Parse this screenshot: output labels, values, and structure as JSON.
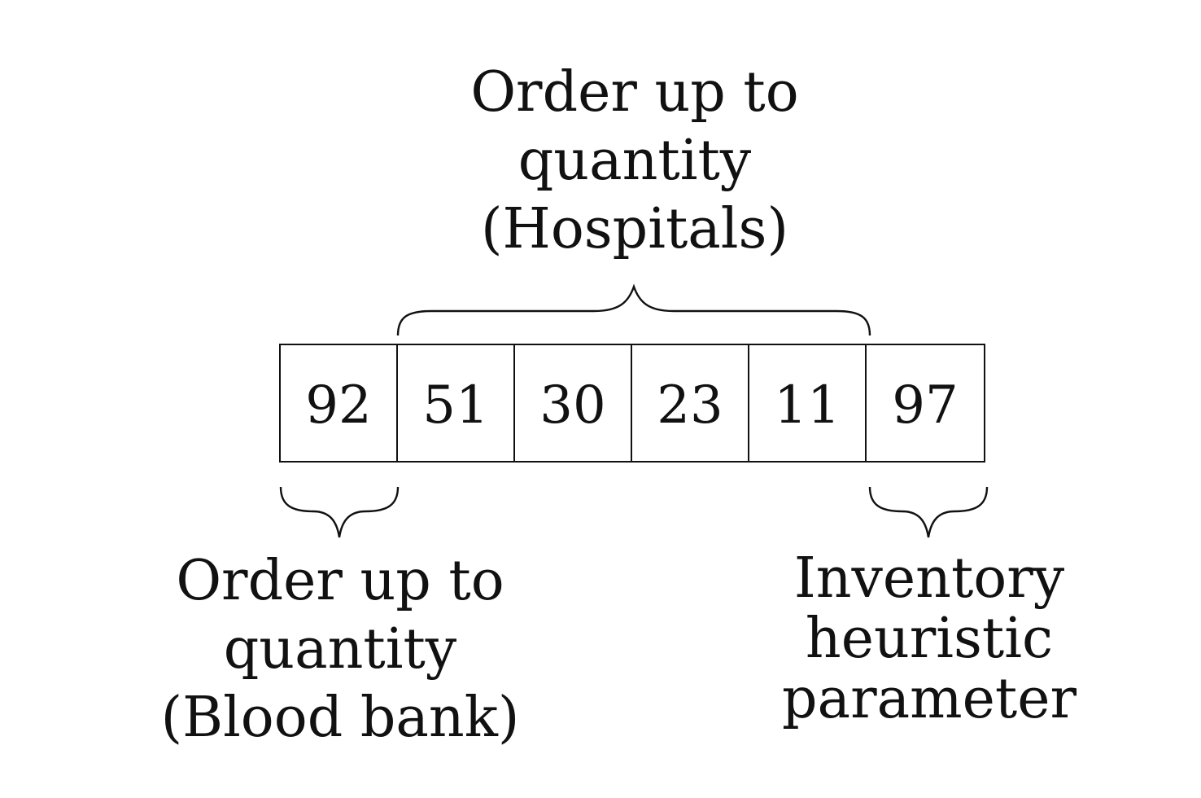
{
  "vector": {
    "cells": [
      {
        "value": "92"
      },
      {
        "value": "51"
      },
      {
        "value": "30"
      },
      {
        "value": "23"
      },
      {
        "value": "11"
      },
      {
        "value": "97"
      }
    ]
  },
  "labels": {
    "top": {
      "line1": "Order up to",
      "line2": "quantity",
      "line3": "(Hospitals)"
    },
    "bottom_left": {
      "line1": "Order up to",
      "line2": "quantity",
      "line3": "(Blood bank)"
    },
    "bottom_right": {
      "line1": "Inventory",
      "line2": "heuristic",
      "line3": "parameter"
    }
  }
}
